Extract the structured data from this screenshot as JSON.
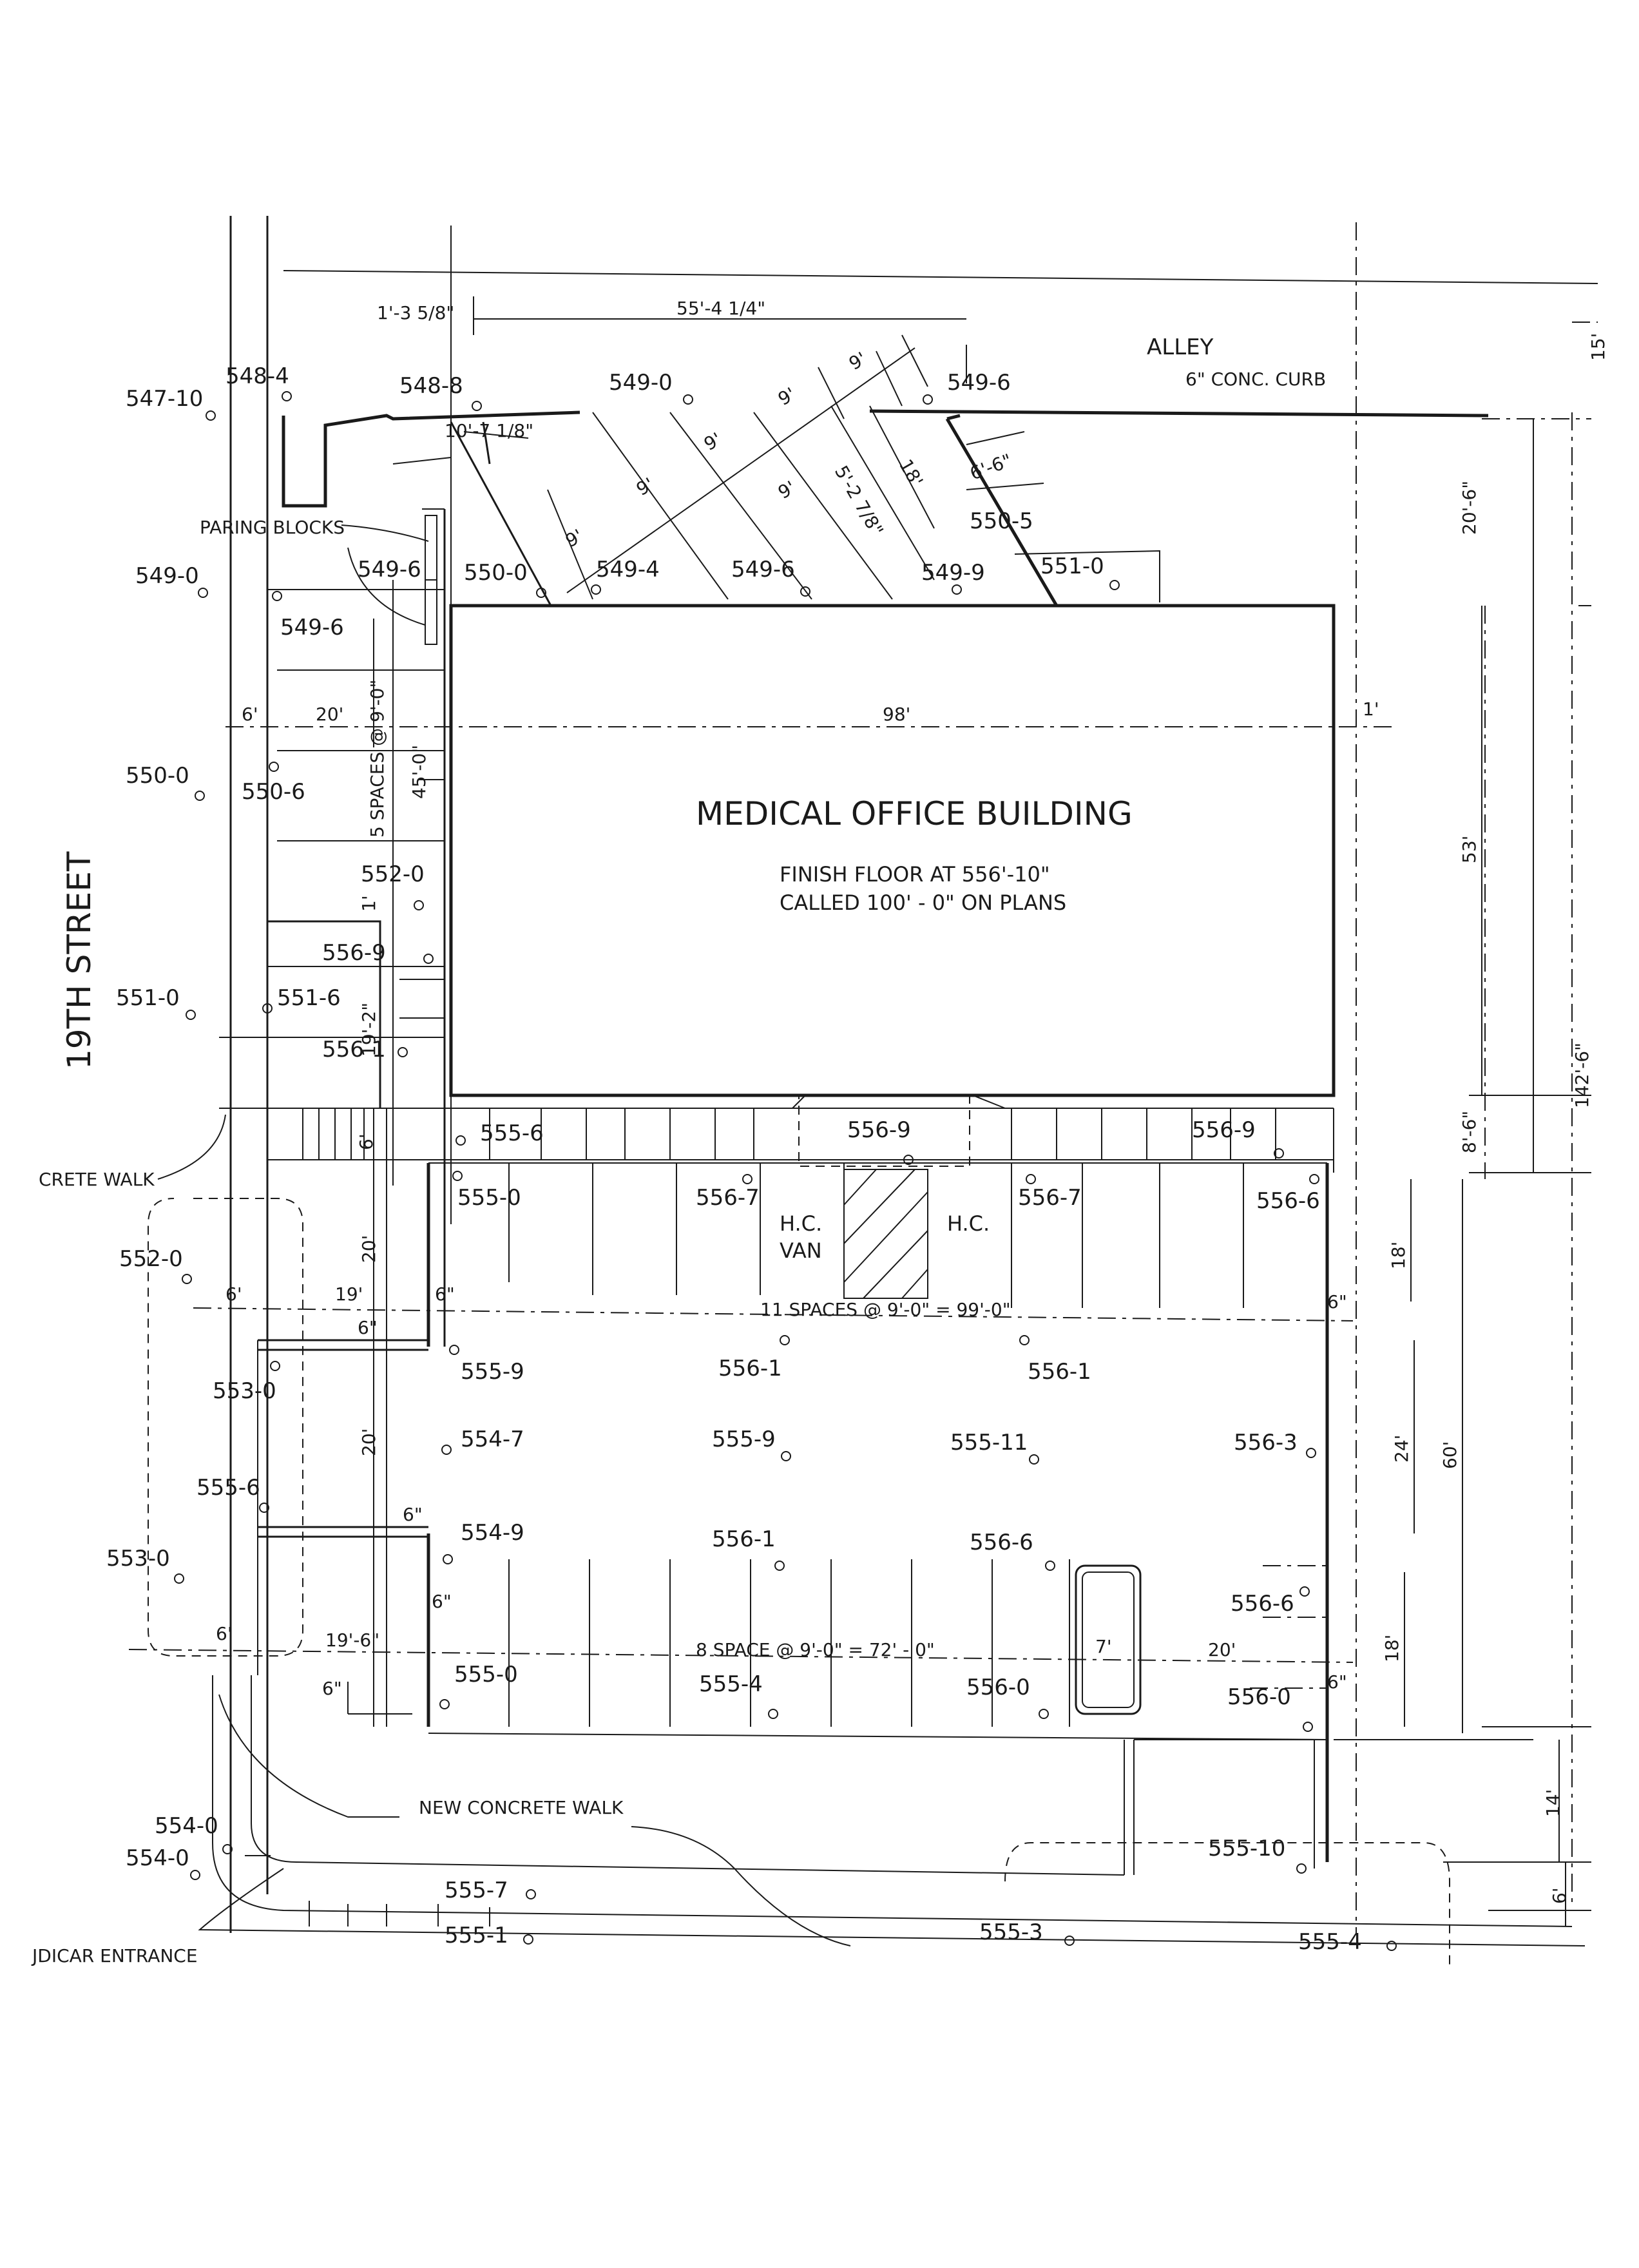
{
  "title": "MEDICAL OFFICE BUILDING",
  "floor_note": [
    "FINISH FLOOR AT 556'-10\"",
    "CALLED 100' - 0\" ON PLANS"
  ],
  "streets": {
    "street": "19TH STREET",
    "alley": "ALLEY"
  },
  "notes": {
    "curb": "6\" CONC. CURB",
    "blocks": "PARING BLOCKS",
    "crete_walk": "CRETE WALK",
    "new_walk": "NEW CONCRETE WALK",
    "entrance": "JDICAR ENTRANCE",
    "hc": "H.C.",
    "hc_van": [
      "H.C.",
      "VAN"
    ],
    "spaces_top": "11 SPACES @ 9'-0\" = 99'-0\"",
    "spaces_bottom": "8 SPACE @ 9'-0\" = 72' - 0\"",
    "spaces_side": "5 SPACES @ 9'-0\"",
    "side_total": "45'-0\""
  },
  "dimensions": {
    "d_1_3": "1'-3 5/8\"",
    "d_55_4": "55'-4 1/4\"",
    "d_15": "15'",
    "d_20_6": "20'-6\"",
    "d_98": "98'",
    "d_1": "1'",
    "d_53": "53'",
    "d_142_6": "142'-6\"",
    "d_8_6": "8'-6\"",
    "d_18a": "18'",
    "d_60": "60'",
    "d_24": "24'",
    "d_18b": "18'",
    "d_14": "14'",
    "d_6r": "6'",
    "d_9a": "9'",
    "d_9b": "9'",
    "d_9c": "9'",
    "d_9d": "9'",
    "d_9e": "9'",
    "d_9f": "9'",
    "d_18c": "18'",
    "d_5_2": "5'-2 7/8\"",
    "d_6_6": "6'-6\"",
    "d_10_7": "10'-7 1/8\"",
    "d_6a": "6'",
    "d_20a": "20'",
    "d_6b": "6'",
    "d_19a": "19'",
    "d_6in_a": "6\"",
    "d_20b": "20'",
    "d_20c": "20'",
    "d_6c": "6'",
    "d_19_6": "19'-6\"",
    "d_6in_b": "6\"",
    "d_6in_c": "6\"",
    "d_6in_d": "6\"",
    "d_6in_e": "6\"",
    "d_7": "7'",
    "d_20d": "20'",
    "d_6in_f": "6\"",
    "d_6in_g": "6\"",
    "d_6d": "6'",
    "d_19_2": "19'-2\"",
    "d_1b": "1'"
  },
  "elevations": [
    "547-10",
    "548-4",
    "548-8",
    "549-0",
    "549-6",
    "549-0",
    "549-6",
    "549-6",
    "550-0",
    "549-4",
    "549-6",
    "549-9",
    "550-5",
    "551-0",
    "550-0",
    "550-6",
    "552-0",
    "556-9",
    "551-0",
    "551-6",
    "556-1",
    "555-6",
    "556-9",
    "556-9",
    "555-0",
    "556-7",
    "556-7",
    "556-6",
    "552-0",
    "555-9",
    "556-1",
    "556-1",
    "553-0",
    "554-7",
    "555-9",
    "555-11",
    "556-3",
    "555-6",
    "553-0",
    "554-9",
    "556-1",
    "556-6",
    "556-6",
    "555-0",
    "555-4",
    "556-0",
    "556-0",
    "554-0",
    "554-0",
    "555-7",
    "555-1",
    "555-10",
    "555-3",
    "555-4"
  ]
}
